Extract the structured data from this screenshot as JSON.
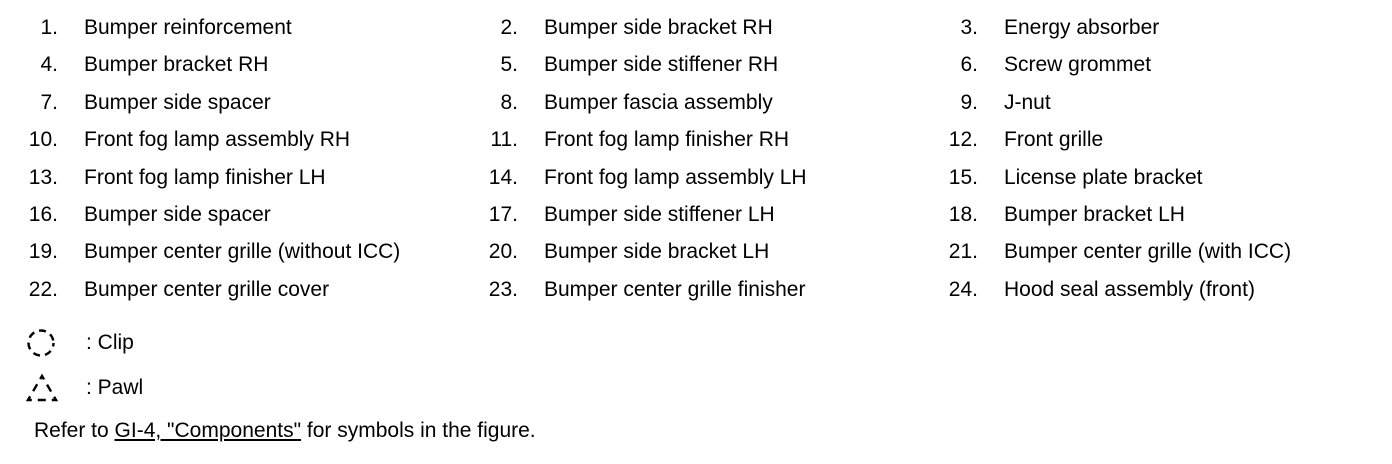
{
  "parts": {
    "columns": 3,
    "items": [
      {
        "num": "1.",
        "label": "Bumper reinforcement"
      },
      {
        "num": "2.",
        "label": "Bumper side bracket RH"
      },
      {
        "num": "3.",
        "label": "Energy absorber"
      },
      {
        "num": "4.",
        "label": "Bumper bracket RH"
      },
      {
        "num": "5.",
        "label": "Bumper side stiffener RH"
      },
      {
        "num": "6.",
        "label": "Screw grommet"
      },
      {
        "num": "7.",
        "label": "Bumper side spacer"
      },
      {
        "num": "8.",
        "label": "Bumper fascia assembly"
      },
      {
        "num": "9.",
        "label": "J-nut"
      },
      {
        "num": "10.",
        "label": "Front fog lamp assembly RH"
      },
      {
        "num": "11.",
        "label": "Front fog lamp finisher RH"
      },
      {
        "num": "12.",
        "label": "Front grille"
      },
      {
        "num": "13.",
        "label": "Front fog lamp finisher LH"
      },
      {
        "num": "14.",
        "label": "Front fog lamp assembly LH"
      },
      {
        "num": "15.",
        "label": "License plate bracket"
      },
      {
        "num": "16.",
        "label": "Bumper side spacer"
      },
      {
        "num": "17.",
        "label": "Bumper side stiffener LH"
      },
      {
        "num": "18.",
        "label": "Bumper bracket LH"
      },
      {
        "num": "19.",
        "label": "Bumper center grille (without ICC)"
      },
      {
        "num": "20.",
        "label": "Bumper side bracket LH"
      },
      {
        "num": "21.",
        "label": "Bumper center grille (with ICC)"
      },
      {
        "num": "22.",
        "label": "Bumper center grille cover"
      },
      {
        "num": "23.",
        "label": "Bumper center grille finisher"
      },
      {
        "num": "24.",
        "label": "Hood seal assembly (front)"
      }
    ]
  },
  "legend": {
    "items": [
      {
        "symbol": "dashed-circle-icon",
        "text": ": Clip"
      },
      {
        "symbol": "dashed-triangle-icon",
        "text": ": Pawl"
      }
    ]
  },
  "note": {
    "prefix": "Refer to ",
    "link": "GI-4, \"Components\"",
    "suffix": " for symbols in the figure."
  },
  "colors": {
    "text": "#000000",
    "background": "#ffffff"
  }
}
